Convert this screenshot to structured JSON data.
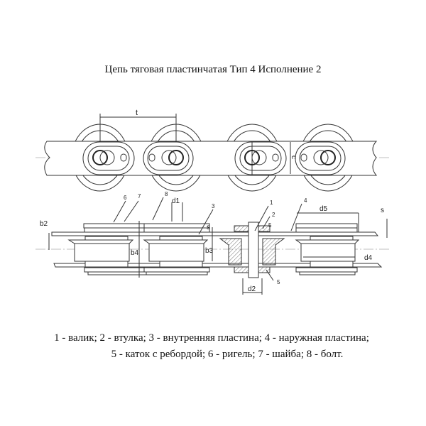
{
  "title": "Цепь тяговая пластинчатая Тип 4 Исполнение 2",
  "dimensions": {
    "t": "t",
    "c": "c",
    "b2": "b2",
    "b3": "b3",
    "b4": "b4",
    "s_left": "s",
    "s_right": "s",
    "d1": "d1",
    "d2": "d2",
    "d4": "d4",
    "d5": "d5"
  },
  "callouts": {
    "n1": "1",
    "n2": "2",
    "n3": "3",
    "n4": "4",
    "n5a": "5",
    "n5b": "5",
    "n6": "6",
    "n7": "7",
    "n8": "8"
  },
  "legend": {
    "line1": "1 - валик; 2 - втулка; 3 - внутренняя пластина; 4 - наружная пластина;",
    "line2": "5 - каток с ребордой; 6 - ригель; 7 - шайба; 8 - болт."
  }
}
